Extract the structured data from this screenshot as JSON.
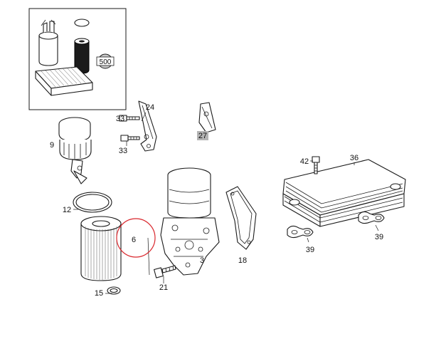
{
  "diagram": {
    "kit_box": {
      "badge": "500"
    },
    "labels": {
      "p3": "3",
      "p6": "6",
      "p9": "9",
      "p12": "12",
      "p15": "15",
      "p18": "18",
      "p21": "21",
      "p24": "24",
      "p27": "27",
      "p33a": "33",
      "p33b": "33",
      "p36": "36",
      "p39a": "39",
      "p39b": "39",
      "p42": "42"
    },
    "colors": {
      "highlight_circle": "#d9262c",
      "label_27_bg": "#b4b4b4",
      "badge_bg": "#c8c8c8"
    }
  }
}
